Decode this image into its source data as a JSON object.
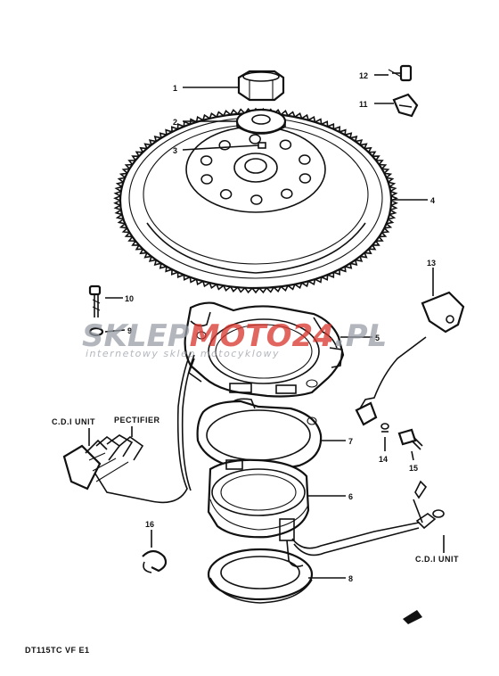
{
  "diagram": {
    "callouts": [
      {
        "id": "c1",
        "text": "1"
      },
      {
        "id": "c2",
        "text": "2"
      },
      {
        "id": "c3",
        "text": "3"
      },
      {
        "id": "c4",
        "text": "4"
      },
      {
        "id": "c5",
        "text": "5"
      },
      {
        "id": "c6",
        "text": "6"
      },
      {
        "id": "c7",
        "text": "7"
      },
      {
        "id": "c8",
        "text": "8"
      },
      {
        "id": "c9",
        "text": "9"
      },
      {
        "id": "c10",
        "text": "10"
      },
      {
        "id": "c11",
        "text": "11"
      },
      {
        "id": "c12",
        "text": "12"
      },
      {
        "id": "c13",
        "text": "13"
      },
      {
        "id": "c14",
        "text": "14"
      },
      {
        "id": "c15",
        "text": "15"
      },
      {
        "id": "c16",
        "text": "16"
      }
    ],
    "cdi_left_label": "C.D.I UNIT",
    "rectifier_label": "PECTIFIER",
    "cdi_right_label": "C.D.I UNIT",
    "model_code": "DT115TC VF E1"
  },
  "watermark": {
    "part1": "SKLEP",
    "part2": "MOTO",
    "part3": "24",
    "part4": ".PL",
    "tagline": "internetowy sklep motocyklowy",
    "colors": {
      "grey": "#9aa0a8",
      "red": "#d9342b"
    }
  }
}
